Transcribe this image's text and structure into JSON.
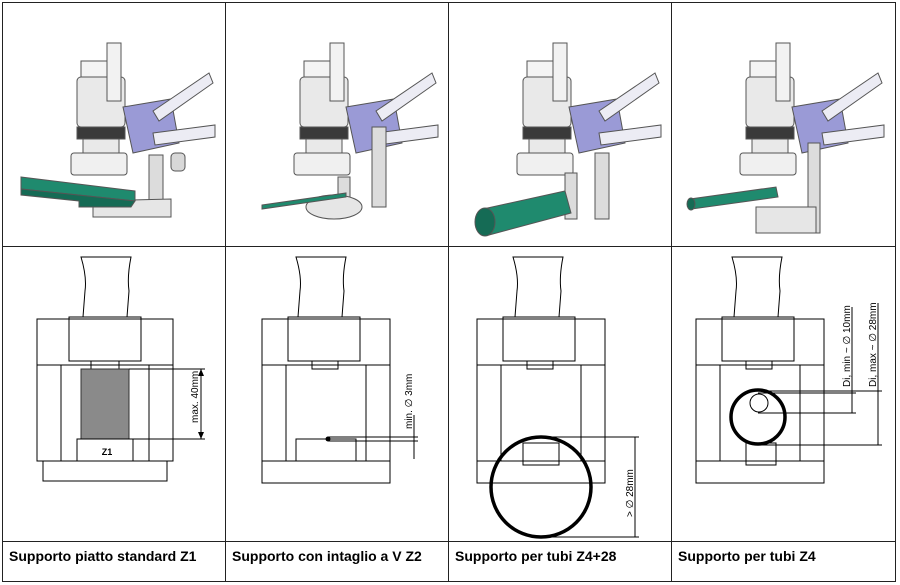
{
  "columns": [
    {
      "caption": "Supporto piatto standard Z1",
      "block_label": "Z1",
      "dimensions": [
        "max. 40mm"
      ]
    },
    {
      "caption": "Supporto con intaglio a V Z2",
      "dimensions": [
        "min. ∅ 3mm"
      ]
    },
    {
      "caption": "Supporto per tubi Z4+28",
      "dimensions": [
        "> ∅ 28mm"
      ]
    },
    {
      "caption": "Supporto per tubi Z4",
      "dimensions": [
        "Di, min ~ ∅ 10mm",
        "Di, max ~ ∅ 28mm"
      ]
    }
  ],
  "colors": {
    "workpiece": "#1f8a6e",
    "bracket": "#9a9ad6",
    "machine_light": "#e8e8e8",
    "line": "#000000"
  },
  "icons": [
    "punch-machine-illustration",
    "support-cross-section-drawing"
  ]
}
